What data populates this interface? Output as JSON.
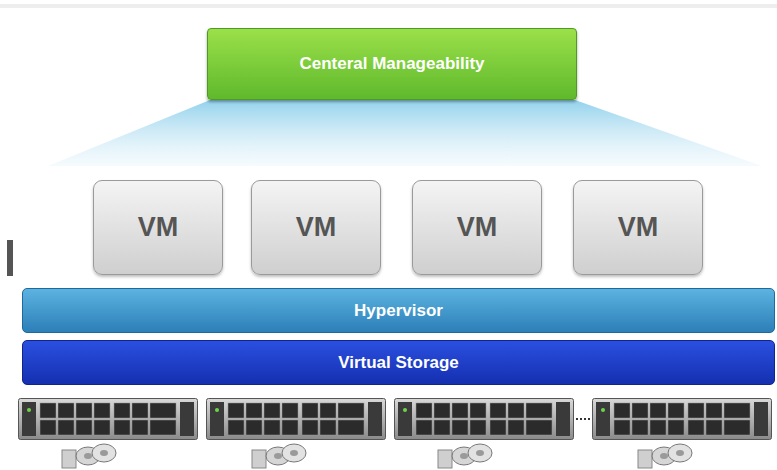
{
  "diagram": {
    "nodes": [
      {
        "text": [
          "Centeral Manageability"
        ]
      },
      {
        "text": [
          "VM"
        ]
      },
      {
        "text": [
          "VM"
        ]
      },
      {
        "text": [
          "VM"
        ]
      },
      {
        "text": [
          "VM"
        ]
      },
      {
        "text": [
          "Hypervisor"
        ]
      },
      {
        "text": [
          "Virtual Storage"
        ]
      }
    ]
  }
}
